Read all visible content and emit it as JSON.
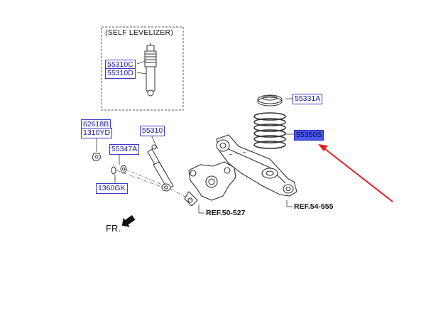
{
  "diagram": {
    "self_levelizer_label": "(SELF LEVELIZER)",
    "callouts": {
      "p55310C": "55310C",
      "p55310D": "55310D",
      "p55331A": "55331A",
      "p55350S": "55350S",
      "p62618B": "62618B",
      "p1310YD": "1310YD",
      "p55310": "55310",
      "p55347A": "55347A",
      "p1360GK": "1360GK"
    },
    "refs": {
      "ref_50_527": "REF.50-527",
      "ref_54_555": "REF.54-555"
    },
    "direction_label": "FR.",
    "colors": {
      "callout_border": "#3b3bc8",
      "callout_highlight": "#4a58f0",
      "pointer_arrow": "#e02020"
    },
    "icons": {
      "front_arrow": "front-direction-arrow-icon",
      "pointer_arrow": "red-pointer-arrow-icon"
    }
  }
}
